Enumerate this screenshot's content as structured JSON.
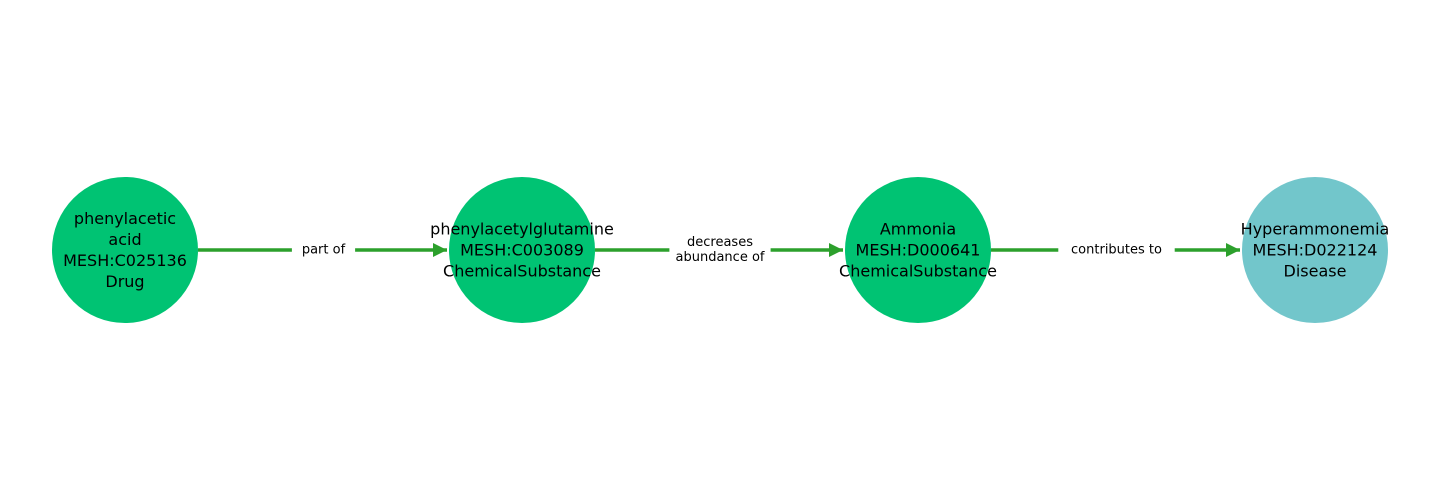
{
  "colors": {
    "chemical": "#00c373",
    "disease": "#72c6cb",
    "edge": "#2ca02c",
    "background": "#ffffff"
  },
  "nodes": [
    {
      "id": "n0",
      "lines": [
        "phenylacetic",
        "acid",
        "MESH:C025136",
        "Drug"
      ],
      "category": "chemical"
    },
    {
      "id": "n1",
      "lines": [
        "phenylacetylglutamine",
        "MESH:C003089",
        "ChemicalSubstance"
      ],
      "category": "chemical"
    },
    {
      "id": "n2",
      "lines": [
        "Ammonia",
        "MESH:D000641",
        "ChemicalSubstance"
      ],
      "category": "chemical"
    },
    {
      "id": "n3",
      "lines": [
        "Hyperammonemia",
        "MESH:D022124",
        "Disease"
      ],
      "category": "disease"
    }
  ],
  "edges": [
    {
      "source": "n0",
      "target": "n1",
      "lines": [
        "part of"
      ]
    },
    {
      "source": "n1",
      "target": "n2",
      "lines": [
        "decreases",
        "abundance of"
      ]
    },
    {
      "source": "n2",
      "target": "n3",
      "lines": [
        "contributes to"
      ]
    }
  ]
}
